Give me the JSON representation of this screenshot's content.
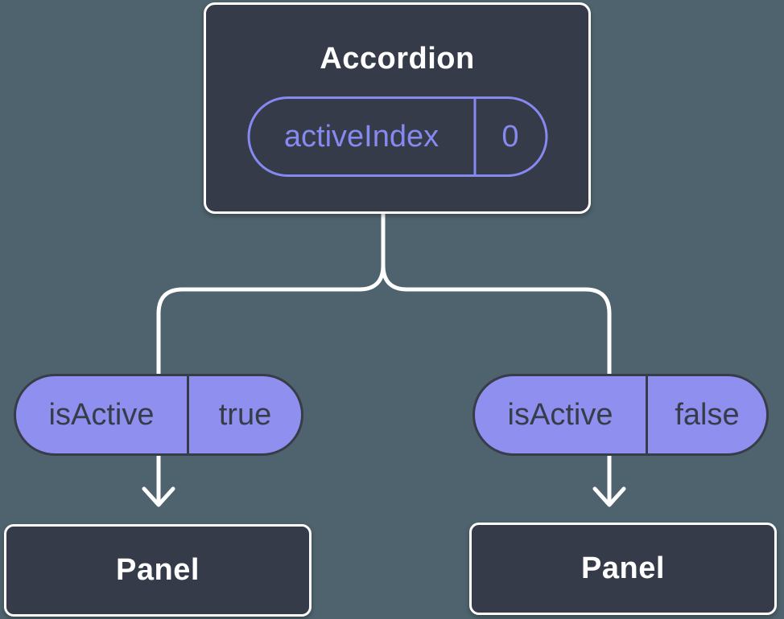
{
  "diagram": {
    "root": {
      "title": "Accordion",
      "state": {
        "key": "activeIndex",
        "value": "0"
      }
    },
    "children": [
      {
        "prop": {
          "key": "isActive",
          "value": "true"
        },
        "node": {
          "title": "Panel"
        }
      },
      {
        "prop": {
          "key": "isActive",
          "value": "false"
        },
        "node": {
          "title": "Panel"
        }
      }
    ],
    "colors": {
      "background": "#4e636d",
      "node_fill": "#353b48",
      "node_border": "#ffffff",
      "pill_fill": "#8e8fee",
      "accent_purple": "#8589f0",
      "dark_text": "#373d48",
      "connector": "#ffffff"
    }
  }
}
